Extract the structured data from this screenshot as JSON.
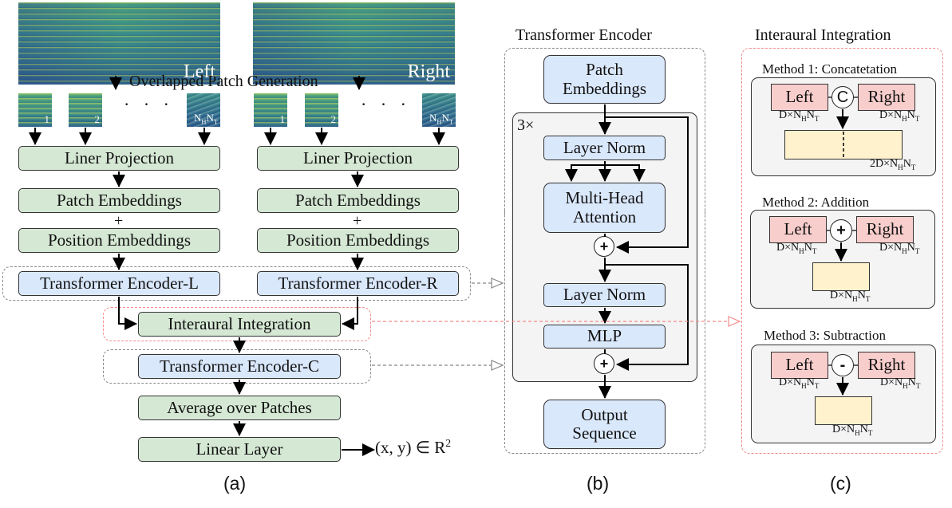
{
  "panel_a": {
    "spectrograms": [
      {
        "label": "Left"
      },
      {
        "label": "Right"
      }
    ],
    "patch_generation_label": "Overlapped Patch Generation",
    "patches": {
      "labels": [
        "1",
        "2",
        "NₕNₜ"
      ],
      "first": "1",
      "second": "2",
      "ellipsis": "· · ·",
      "last_main": "N",
      "last_sub_h": "H",
      "last_n": "N",
      "last_sub_t": "T"
    },
    "left_branch": {
      "liner_projection": "Liner Projection",
      "patch_embeddings": "Patch Embeddings",
      "plus": "+",
      "position_embeddings": "Position Embeddings",
      "encoder": "Transformer Encoder-L"
    },
    "right_branch": {
      "liner_projection": "Liner Projection",
      "patch_embeddings": "Patch Embeddings",
      "plus": "+",
      "position_embeddings": "Position Embeddings",
      "encoder": "Transformer Encoder-R"
    },
    "interaural_integration": "Interaural Integration",
    "encoder_c": "Transformer Encoder-C",
    "average_over_patches": "Average over Patches",
    "linear_layer": "Linear Layer",
    "output_label": "(x, y) ∈ R",
    "output_sup": "2",
    "caption": "(a)"
  },
  "panel_b": {
    "title": "Transformer Encoder",
    "patch_embeddings_line1": "Patch",
    "patch_embeddings_line2": "Embeddings",
    "repeat_label": "3×",
    "layer_norm_1": "Layer Norm",
    "mha_line1": "Multi-Head",
    "mha_line2": "Attention",
    "add_symbol": "+",
    "layer_norm_2": "Layer Norm",
    "mlp": "MLP",
    "output_line1": "Output",
    "output_line2": "Sequence",
    "caption": "(b)"
  },
  "panel_c": {
    "title": "Interaural Integration",
    "methods": [
      {
        "title": "Method 1:  Concatetation",
        "operator": "C",
        "left": "Left",
        "right": "Right",
        "left_dim": "D×N",
        "right_dim": "D×N",
        "result_dim": "2D×N"
      },
      {
        "title": "Method 2:  Addition",
        "operator": "+",
        "left": "Left",
        "right": "Right",
        "left_dim": "D×N",
        "right_dim": "D×N",
        "result_dim": "D×N"
      },
      {
        "title": "Method 3:  Subtraction",
        "operator": "-",
        "left": "Left",
        "right": "Right",
        "left_dim": "D×N",
        "right_dim": "D×N",
        "result_dim": "D×N"
      }
    ],
    "sub_h": "H",
    "n": "N",
    "sub_t": "T",
    "caption": "(c)"
  },
  "colors": {
    "green_block": "#d5e8d4",
    "blue_block": "#dae8fc",
    "pink_block": "#f8cecc",
    "cream_block": "#fff2cc",
    "panel_gray": "#f4f4f4",
    "dashed_red": "#f48a8a",
    "dashed_gray": "#888888"
  }
}
